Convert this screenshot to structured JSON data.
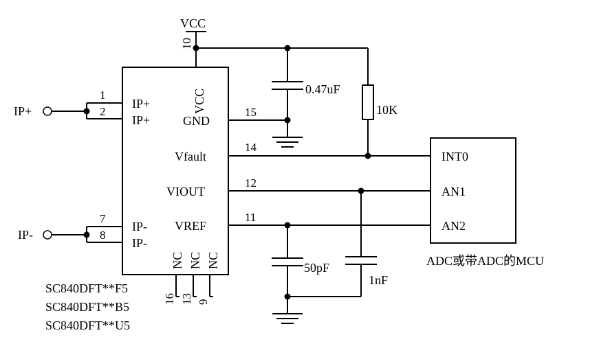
{
  "chip": {
    "vcc_pin_label": "VCC",
    "pins_left": [
      {
        "num": "1",
        "name": "IP+"
      },
      {
        "num": "2",
        "name": "IP+"
      },
      {
        "num": "7",
        "name": "IP-"
      },
      {
        "num": "8",
        "name": "IP-"
      }
    ],
    "pins_right": [
      {
        "num": "15",
        "name": "GND"
      },
      {
        "num": "14",
        "name": "Vfault"
      },
      {
        "num": "12",
        "name": "VIOUT"
      },
      {
        "num": "11",
        "name": "VREF"
      }
    ],
    "pin_top": {
      "num": "10"
    },
    "pins_bottom": [
      {
        "num": "16",
        "name": "NC"
      },
      {
        "num": "13",
        "name": "NC"
      },
      {
        "num": "9",
        "name": "NC"
      }
    ],
    "part_numbers": [
      "SC840DFT**F5",
      "SC840DFT**B5",
      "SC840DFT**U5"
    ]
  },
  "supply": {
    "label": "VCC"
  },
  "inputs": {
    "ip_plus": "IP+",
    "ip_minus": "IP-"
  },
  "components": {
    "cap_decoupling": "0.47uF",
    "resistor_pullup": "10K",
    "cap_filter": "50pF",
    "cap_output": "1nF"
  },
  "mcu": {
    "pins": [
      "INT0",
      "AN1",
      "AN2"
    ],
    "caption": "ADC或带ADC的MCU"
  }
}
